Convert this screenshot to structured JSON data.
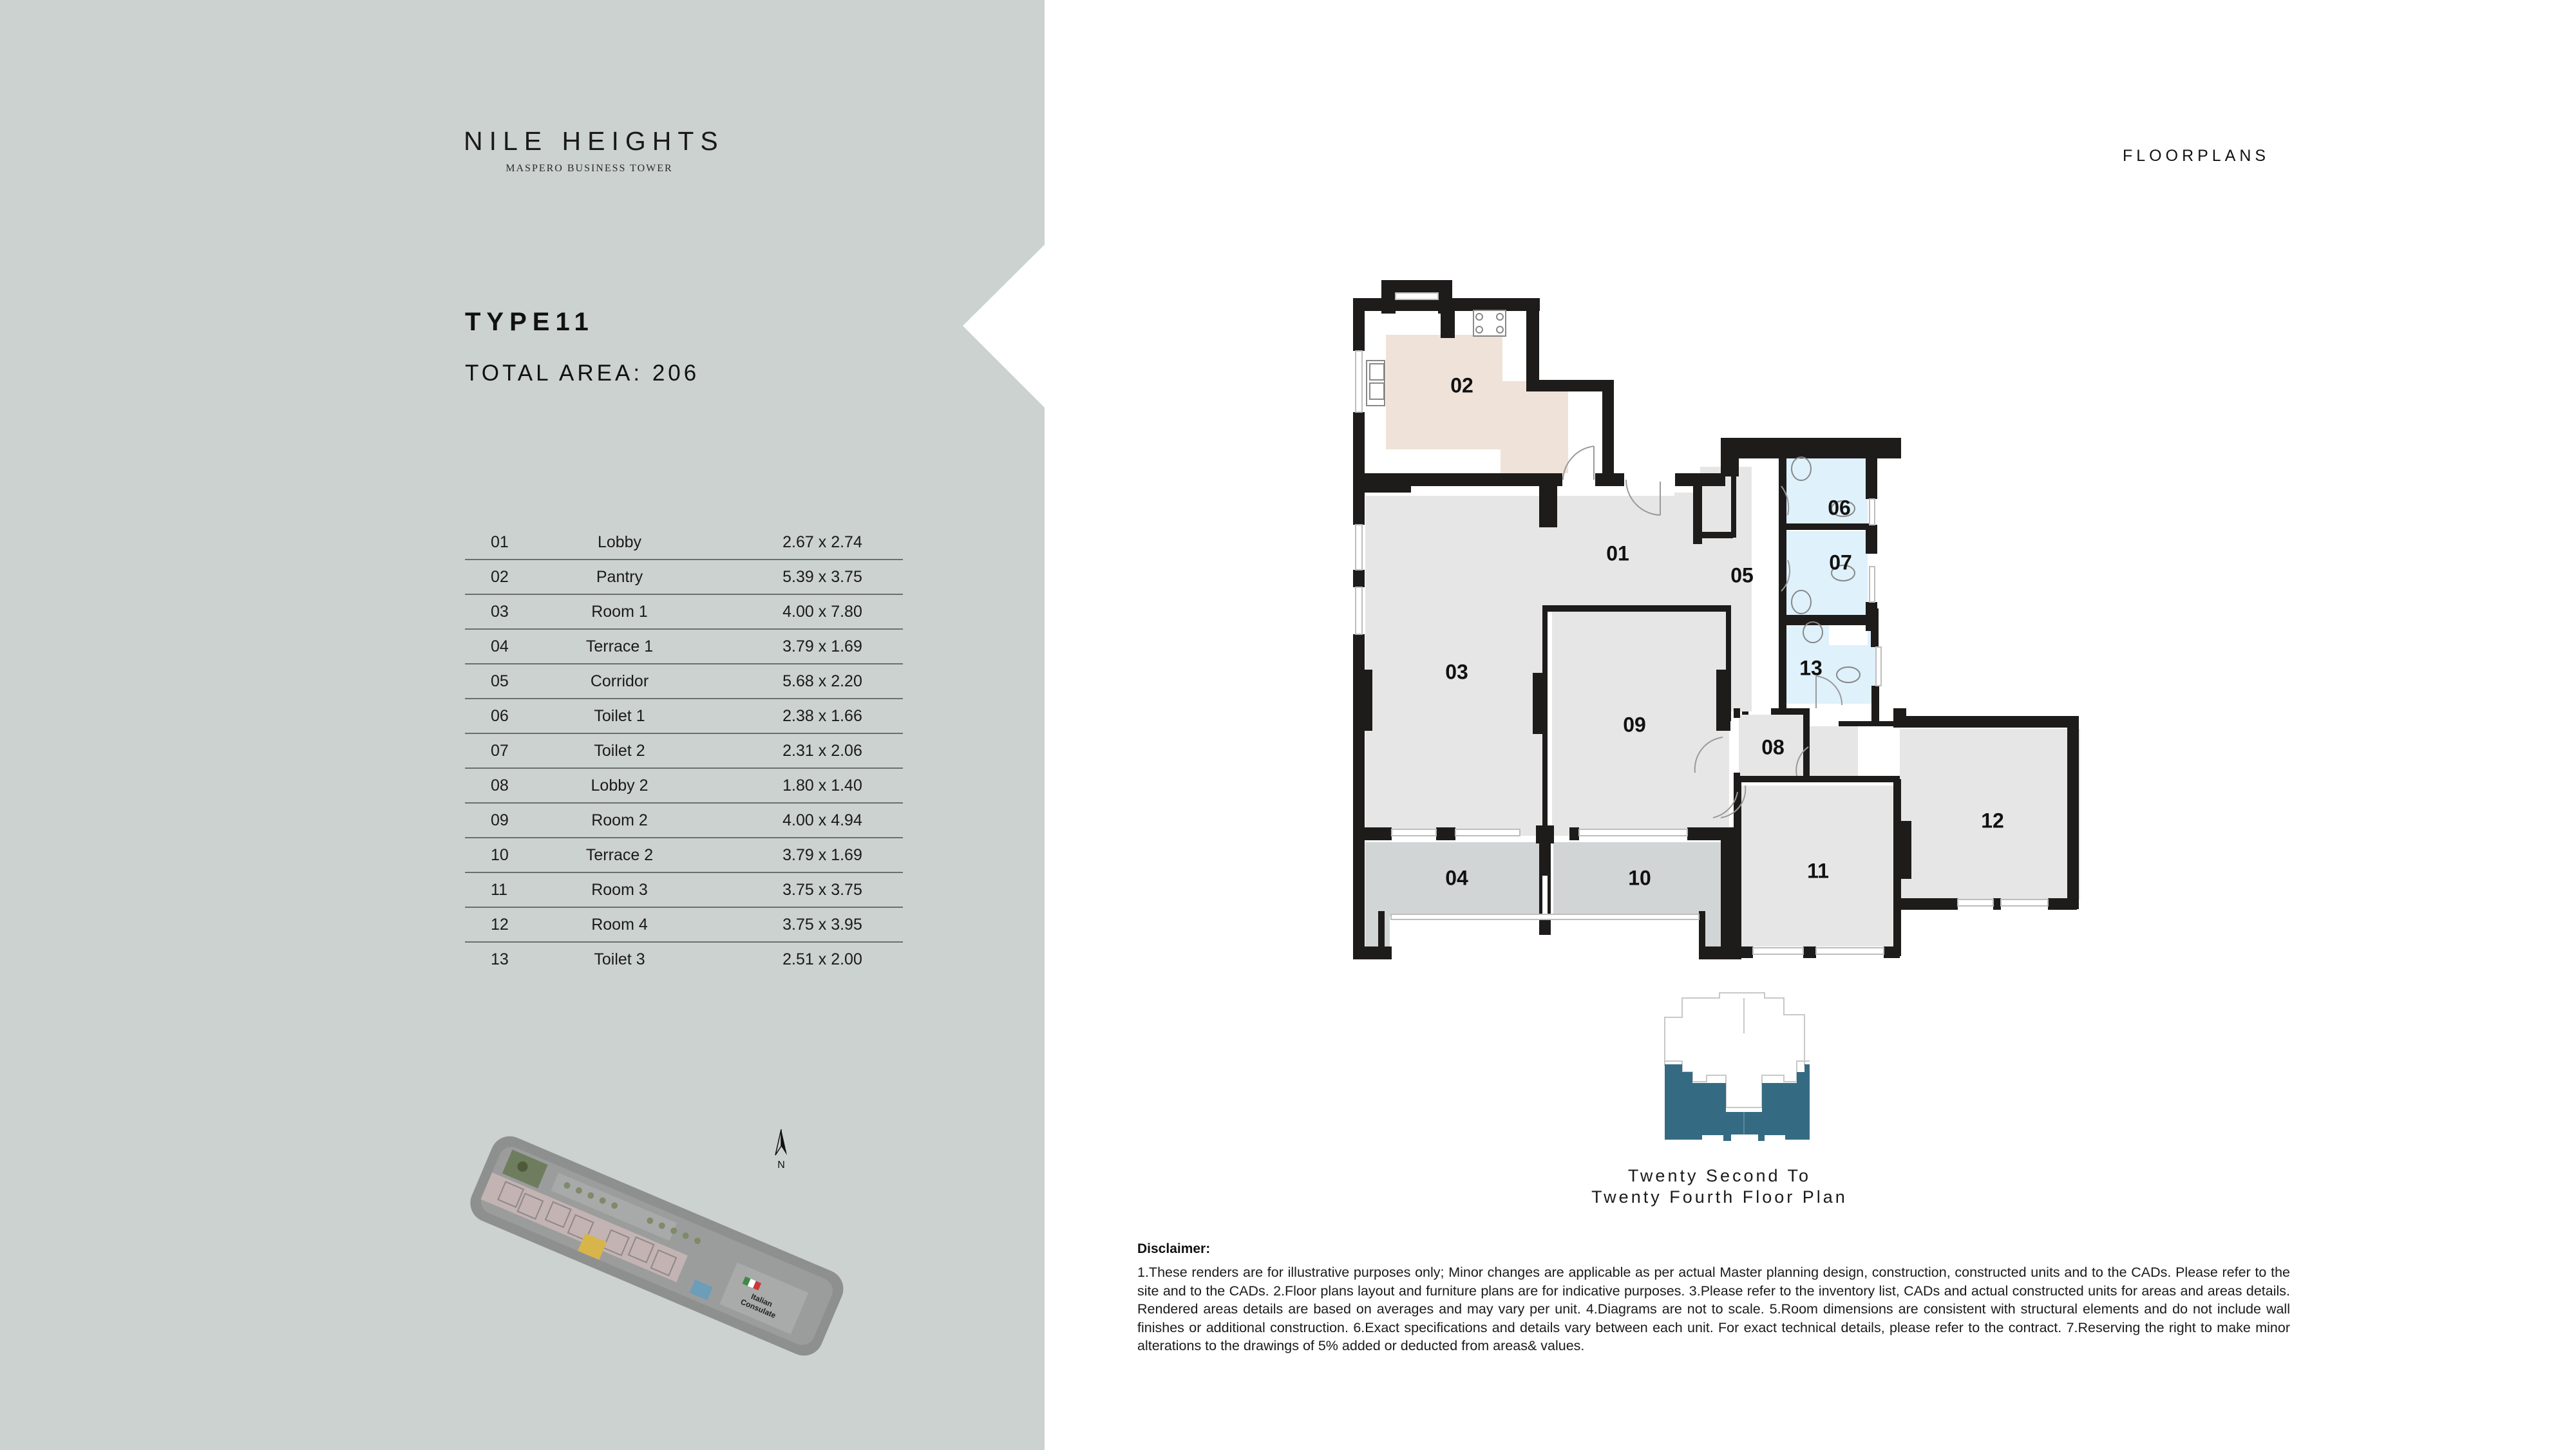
{
  "brand": {
    "title": "NILE HEIGHTS",
    "subtitle": "MASPERO BUSINESS TOWER"
  },
  "unit": {
    "type_label": "TYPE11",
    "total_area_label": "TOTAL AREA: 206"
  },
  "rooms": [
    {
      "num": "01",
      "name": "Lobby",
      "dim": "2.67 x 2.74"
    },
    {
      "num": "02",
      "name": "Pantry",
      "dim": "5.39 x 3.75"
    },
    {
      "num": "03",
      "name": "Room 1",
      "dim": "4.00 x 7.80"
    },
    {
      "num": "04",
      "name": "Terrace 1",
      "dim": "3.79 x 1.69"
    },
    {
      "num": "05",
      "name": "Corridor",
      "dim": "5.68 x 2.20"
    },
    {
      "num": "06",
      "name": "Toilet 1",
      "dim": "2.38 x 1.66"
    },
    {
      "num": "07",
      "name": "Toilet 2",
      "dim": "2.31 x 2.06"
    },
    {
      "num": "08",
      "name": "Lobby 2",
      "dim": "1.80 x 1.40"
    },
    {
      "num": "09",
      "name": "Room 2",
      "dim": "4.00 x 4.94"
    },
    {
      "num": "10",
      "name": "Terrace 2",
      "dim": "3.79 x 1.69"
    },
    {
      "num": "11",
      "name": "Room 3",
      "dim": "3.75 x 3.75"
    },
    {
      "num": "12",
      "name": "Room 4",
      "dim": "3.75 x 3.95"
    },
    {
      "num": "13",
      "name": "Toilet 3",
      "dim": "2.51 x 2.00"
    }
  ],
  "site_map": {
    "landmark_line1": "Italian",
    "landmark_line2": "Consulate",
    "compass_label": "N"
  },
  "header": {
    "section_label": "FLOORPLANS"
  },
  "key_plan": {
    "caption_line1": "Twenty Second To",
    "caption_line2": "Twenty Fourth Floor Plan",
    "highlight_color": "#356b82"
  },
  "disclaimer": {
    "title": "Disclaimer:",
    "body": "1.These renders are for illustrative purposes only; Minor changes are applicable as per actual Master planning design, construction, constructed units and to the CADs. Please refer to the site and to the CADs. 2.Floor plans layout and furniture plans are for indicative purposes. 3.Please refer to the inventory list, CADs and actual constructed units for areas and areas details. Rendered areas details are based on averages and may vary per unit. 4.Diagrams are not to scale. 5.Room dimensions are consistent with structural elements and do not include wall finishes or additional construction. 6.Exact specifications and details vary between each unit. For exact technical details, please refer to the contract. 7.Reserving the right to make minor alterations to the drawings of 5% added or deducted from areas& values."
  },
  "colors": {
    "panel_bg": "#ccd2cf",
    "wall": "#1e1b1b",
    "room_fill": "#e6e6e6",
    "terrace_fill": "#d2d5d6",
    "pantry_fill": "#efe2d8",
    "toilet_fill": "#dff1fb"
  }
}
